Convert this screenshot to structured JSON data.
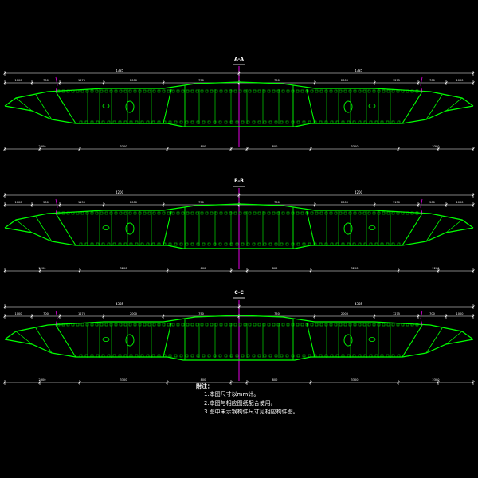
{
  "colors": {
    "background": "#000000",
    "structure": "#00ff00",
    "dimension": "#ffffff",
    "centerline": "#ff00ff",
    "annotation": "#ffffff"
  },
  "sections": [
    {
      "label": "A-A",
      "overall_left": "4385",
      "overall_right": "4385",
      "top_dims": [
        "1000",
        "700",
        "1275",
        "2000",
        "750",
        "750",
        "2000",
        "1275",
        "700",
        "1000"
      ],
      "bottom_dims": [
        "2300",
        "3300",
        "800",
        "800",
        "3300",
        "2300"
      ]
    },
    {
      "label": "B-B",
      "overall_left": "4200",
      "overall_right": "4200",
      "top_dims": [
        "1000",
        "500",
        "1150",
        "2000",
        "750",
        "750",
        "2000",
        "1150",
        "500",
        "1000"
      ],
      "bottom_dims": [
        "2200",
        "3200",
        "800",
        "800",
        "3200",
        "2200"
      ]
    },
    {
      "label": "C-C",
      "overall_left": "4385",
      "overall_right": "4385",
      "top_dims": [
        "1000",
        "700",
        "1275",
        "2000",
        "750",
        "750",
        "2000",
        "1275",
        "700",
        "1000"
      ],
      "bottom_dims": [
        "2300",
        "3300",
        "800",
        "800",
        "3300",
        "2300"
      ]
    }
  ],
  "notes": {
    "title": "附注：",
    "lines": [
      "1.本图尺寸以mm计。",
      "2.本图与相应图纸配合使用。",
      "3.图中未示钢构件尺寸见相应构件图。"
    ]
  }
}
